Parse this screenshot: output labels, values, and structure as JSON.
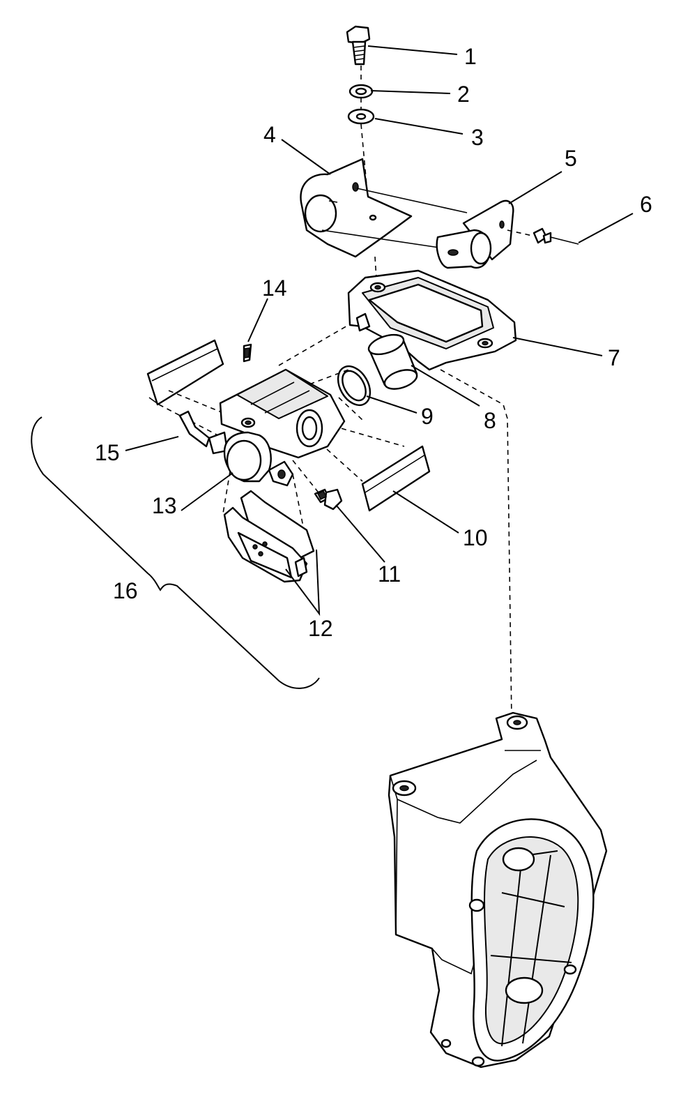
{
  "callouts": [
    {
      "id": "bolt",
      "label": "1"
    },
    {
      "id": "lock-washer",
      "label": "2"
    },
    {
      "id": "flat-washer",
      "label": "3"
    },
    {
      "id": "left-mounting-bracket",
      "label": "4"
    },
    {
      "id": "right-mounting-bracket",
      "label": "5"
    },
    {
      "id": "pin",
      "label": "6"
    },
    {
      "id": "caliper-carrier",
      "label": "7"
    },
    {
      "id": "piston",
      "label": "8"
    },
    {
      "id": "piston-seal",
      "label": "9"
    },
    {
      "id": "pad-spring-right",
      "label": "10"
    },
    {
      "id": "bleeder-screw",
      "label": "11"
    },
    {
      "id": "brake-pads",
      "label": "12"
    },
    {
      "id": "caliper-housing",
      "label": "13"
    },
    {
      "id": "dust-cap",
      "label": "14"
    },
    {
      "id": "brake-line-fitting",
      "label": "15"
    },
    {
      "id": "caliper-assembly",
      "label": "16"
    }
  ],
  "colors": {
    "line": "#000000",
    "background": "#ffffff",
    "shade": "#e9e9e9"
  }
}
